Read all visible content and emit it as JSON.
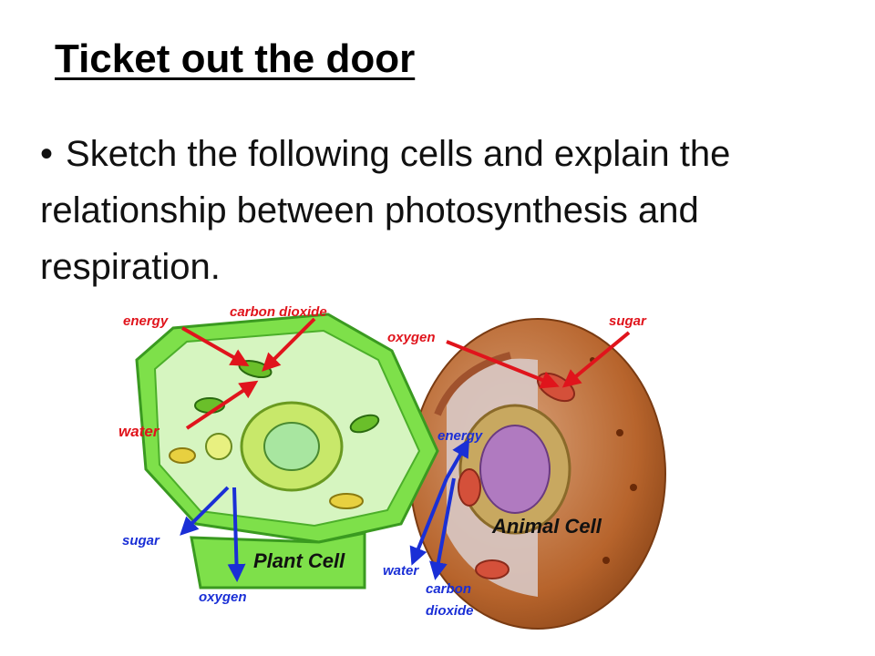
{
  "slide": {
    "title": "Ticket out the door",
    "bullet_text": "Sketch the following cells and explain the relationship between photosynthesis and respiration.",
    "bullet_symbol": "•"
  },
  "diagram": {
    "plant_cell": {
      "label": "Plant Cell",
      "inputs": [
        "energy",
        "carbon dioxide",
        "water"
      ],
      "outputs": [
        "sugar",
        "oxygen"
      ]
    },
    "animal_cell": {
      "label": "Animal Cell",
      "inputs": [
        "oxygen",
        "sugar"
      ],
      "outputs": [
        "energy",
        "water",
        "carbon",
        "dioxide"
      ]
    },
    "colors": {
      "input_arrow": "#e0141c",
      "output_arrow": "#1a2fd6",
      "plant_fill": "#7ee04a",
      "animal_fill": "#b7642c"
    }
  }
}
